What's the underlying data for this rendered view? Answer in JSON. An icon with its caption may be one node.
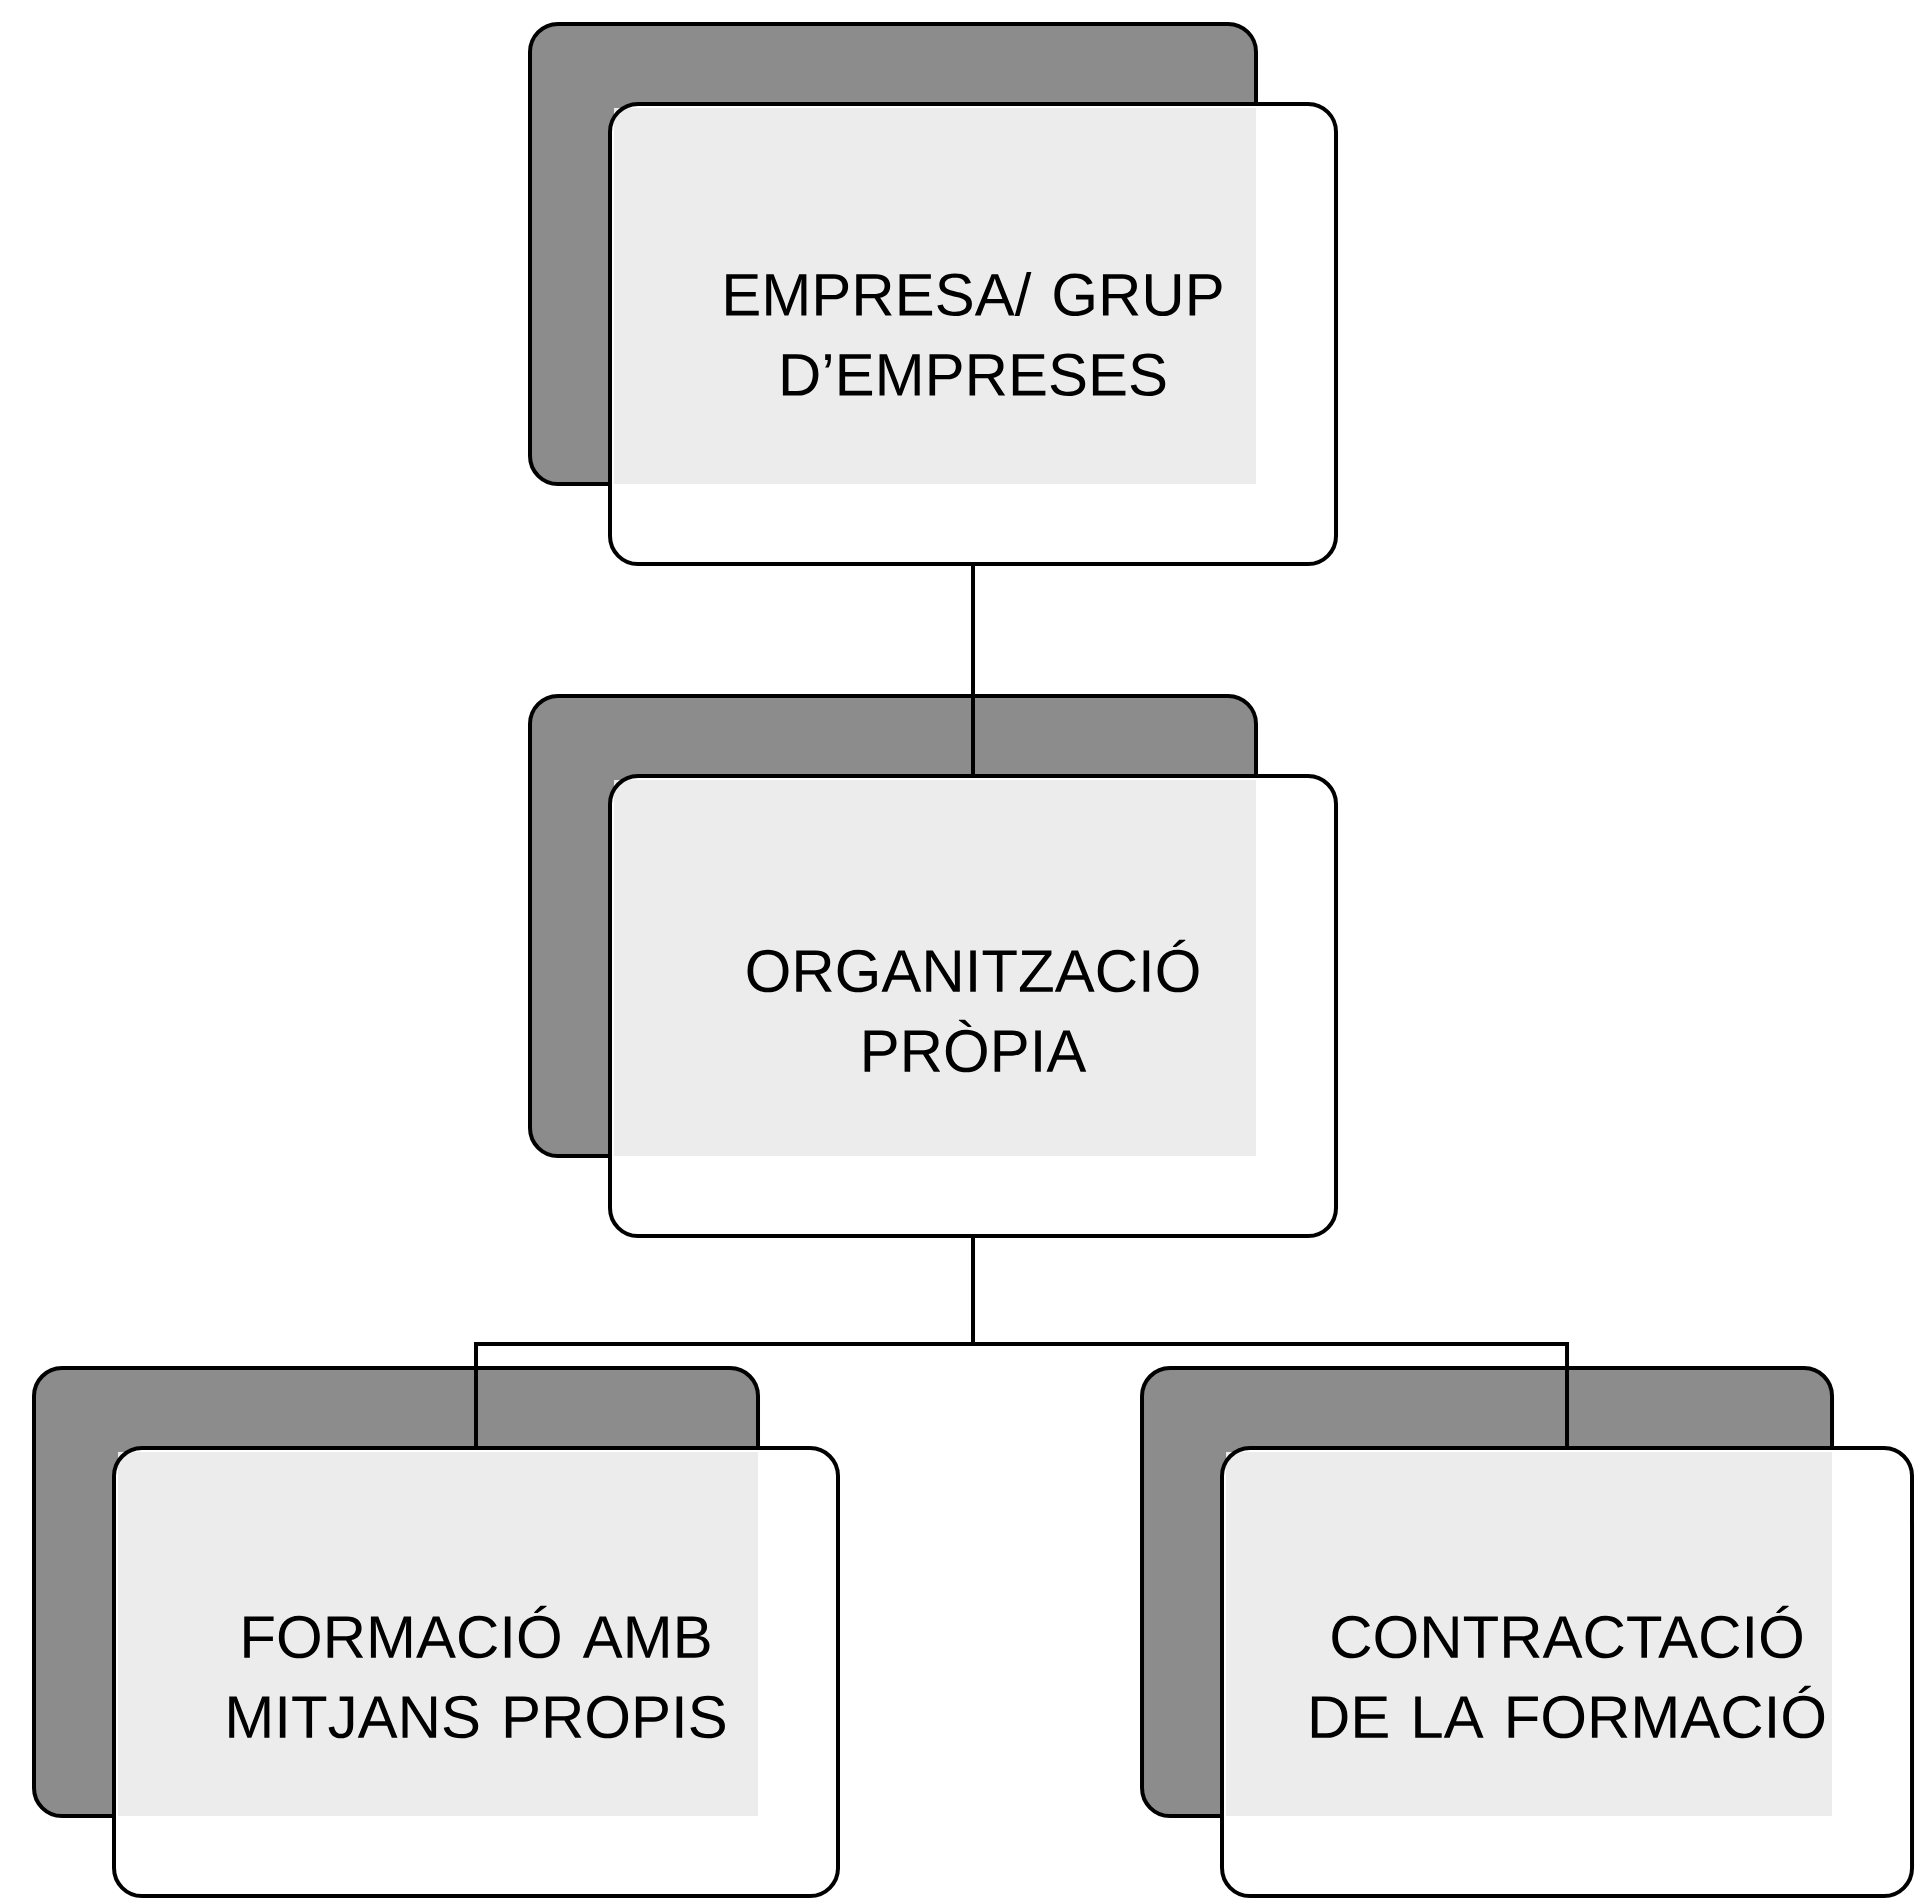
{
  "diagram": {
    "nodes": [
      {
        "text": [
          "EMPRESA/ GRUP D’EMPRESES"
        ]
      },
      {
        "text": [
          "ORGANITZACIÓ PRÒPIA"
        ]
      },
      {
        "text": [
          "FORMACIÓ AMB MITJANS PROPIS"
        ]
      },
      {
        "text": [
          "CONTRACTACIÓ DE LA FORMACIÓ"
        ]
      }
    ],
    "edges": [
      {
        "from": 0,
        "to": 1,
        "arrow": "none"
      },
      {
        "from": 1,
        "to": 2,
        "arrow": "none"
      },
      {
        "from": 1,
        "to": 3,
        "arrow": "none"
      }
    ]
  }
}
